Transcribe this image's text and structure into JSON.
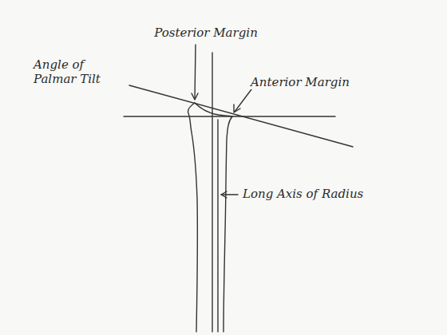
{
  "diagram": {
    "labels": [
      "Posterior Margin",
      "Anterior Margin",
      "Angle of Palmar Tilt",
      "Long Axis of Radius"
    ]
  }
}
